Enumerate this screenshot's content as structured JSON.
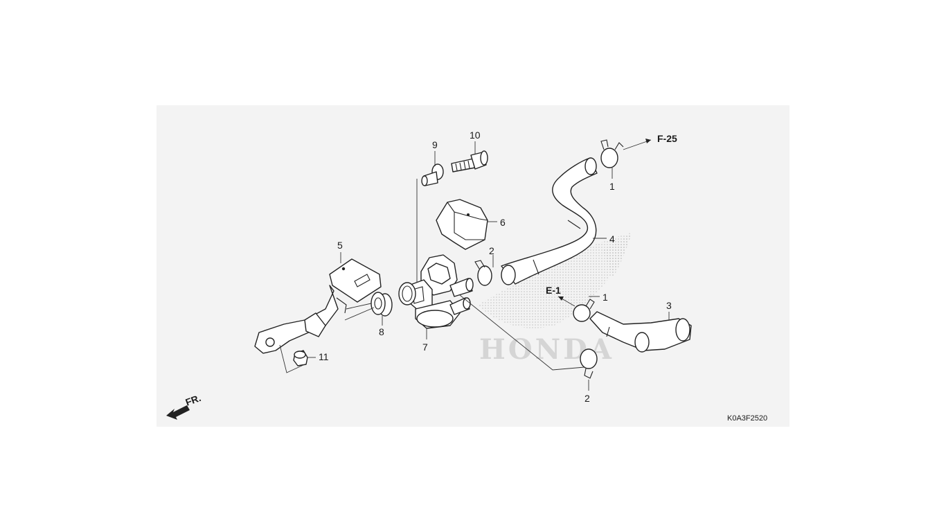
{
  "diagram": {
    "watermark": "HONDA",
    "drawing_code": "K0A3F2520",
    "direction_label": "FR.",
    "references": [
      {
        "id": "ref-f25",
        "text": "F-25"
      },
      {
        "id": "ref-e1",
        "text": "E-1"
      }
    ],
    "callouts": [
      {
        "id": "callout-10-top",
        "text": "10"
      },
      {
        "id": "callout-9",
        "text": "9"
      },
      {
        "id": "callout-1-top",
        "text": "1"
      },
      {
        "id": "callout-6",
        "text": "6"
      },
      {
        "id": "callout-4",
        "text": "4"
      },
      {
        "id": "callout-5",
        "text": "5"
      },
      {
        "id": "callout-2-mid",
        "text": "2"
      },
      {
        "id": "callout-1-mid",
        "text": "1"
      },
      {
        "id": "callout-3",
        "text": "3"
      },
      {
        "id": "callout-8",
        "text": "8"
      },
      {
        "id": "callout-7",
        "text": "7"
      },
      {
        "id": "callout-11",
        "text": "11"
      },
      {
        "id": "callout-2-bottom",
        "text": "2"
      }
    ]
  },
  "colors": {
    "panel": "#f3f3f3",
    "line": "#222222",
    "watermark": "#bdbdbd"
  }
}
